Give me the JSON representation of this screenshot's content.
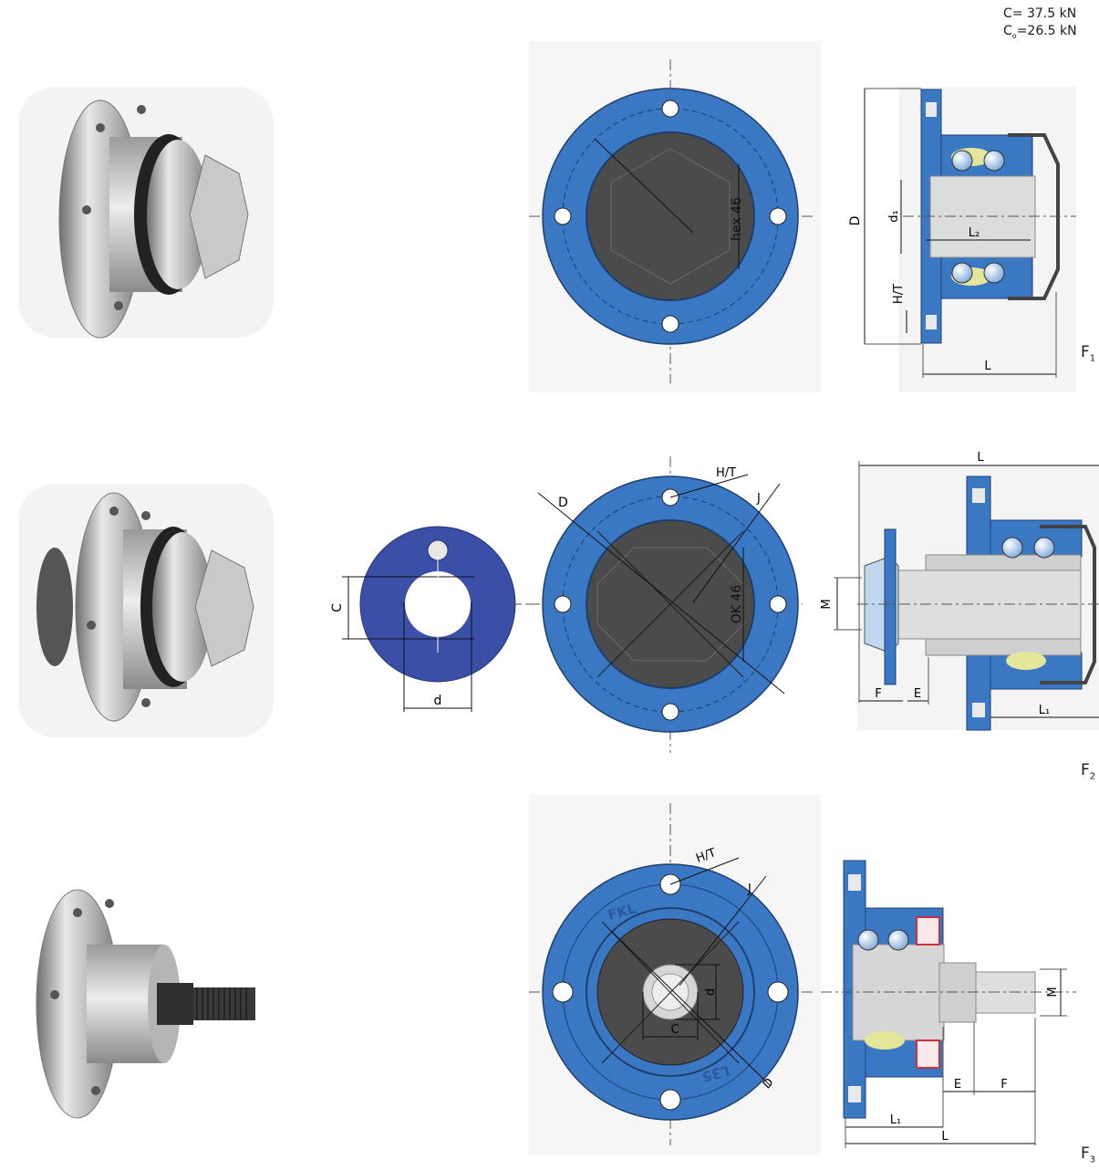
{
  "specs": {
    "c_label": "C",
    "c_value": "= 37.5 kN",
    "co_label": "C",
    "co_sub": "o",
    "co_value": "=26.5 kN"
  },
  "figures": [
    {
      "label": "F",
      "sub": "1",
      "front_view": {
        "hex_label": "hex 46"
      },
      "section_view": {
        "dims": [
          "D",
          "d₁",
          "L₂",
          "H/T",
          "L"
        ]
      }
    },
    {
      "label": "F",
      "sub": "2",
      "washer_view": {
        "dims": [
          "C",
          "d"
        ]
      },
      "front_view": {
        "hex_label": "OK 46",
        "dims": [
          "D",
          "H/T",
          "J"
        ]
      },
      "section_view": {
        "dims": [
          "L",
          "M",
          "F",
          "E",
          "L₁"
        ]
      }
    },
    {
      "label": "F",
      "sub": "3",
      "front_view": {
        "dims": [
          "H/T",
          "J",
          "d",
          "C",
          "D"
        ],
        "marks": [
          "FKL",
          "L35"
        ]
      },
      "section_view": {
        "dims": [
          "M",
          "E",
          "F",
          "L₁",
          "L"
        ]
      }
    }
  ],
  "colors": {
    "flange_blue": "#3b78c4",
    "washer_navy": "#3c4fa6",
    "cap_dark": "#4b4b4b",
    "seal_yellow": "#e4e79a",
    "seal_red": "#c8323a"
  }
}
